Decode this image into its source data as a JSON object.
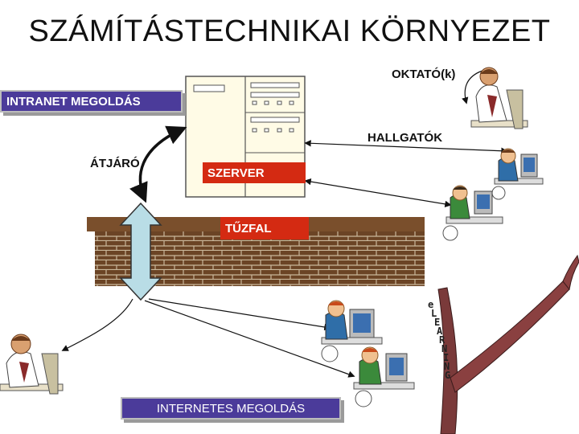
{
  "title": "SZÁMÍTÁSTECHNIKAI KÖRNYEZET",
  "labels": {
    "oktato": "OKTATÓ(k)",
    "intranet": "INTRANET MEGOLDÁS",
    "hallgatok": "HALLGATÓK",
    "atjaro": "ÁTJÁRÓ",
    "szerver": "SZERVER",
    "tuzfal": "TŰZFAL",
    "internet": "INTERNETES MEGOLDÁS"
  },
  "elearning_letters": [
    "e",
    "L",
    "E",
    "A",
    "R",
    "N",
    "I",
    "N",
    "G"
  ],
  "colors": {
    "purple_box": "#4b3b9a",
    "red_box": "#d42a12",
    "wall_brick": "#6b4425",
    "server_body": "#fffbe6",
    "arrow_fill": "#b9dde6"
  },
  "icons": {
    "teacher": "person-at-desk-icon",
    "students": "student-at-computer-icon",
    "wall": "brick-wall-icon",
    "server": "server-cabinet-icon"
  }
}
